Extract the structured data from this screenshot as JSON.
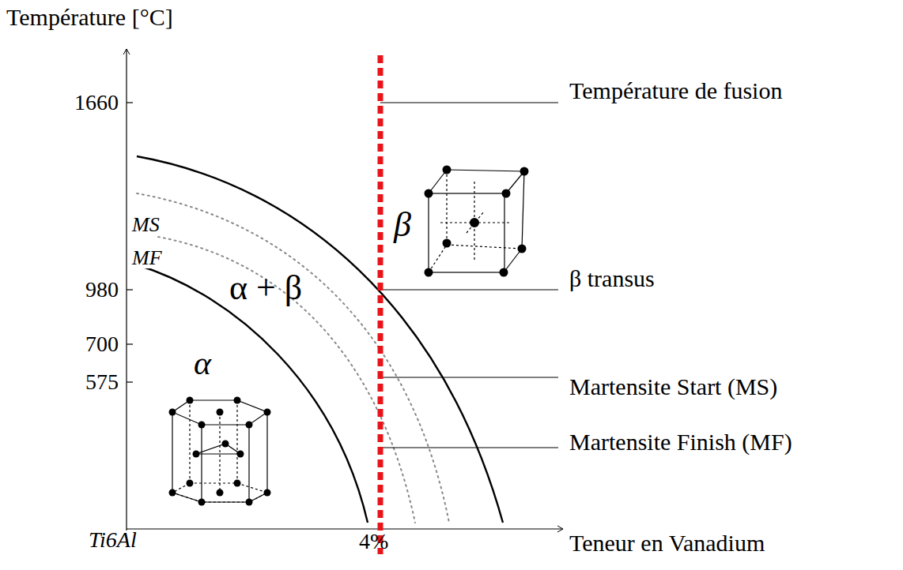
{
  "diagram": {
    "labels": [
      "Température [°C]",
      "1660",
      "980",
      "700",
      "575",
      "Ti6Al",
      "4%",
      "Teneur en Vanadium",
      "Température de fusion",
      "β transus",
      "Martensite Start (MS)",
      "Martensite Finish (MF)",
      "α + β",
      "α",
      "β",
      "MS",
      "MF"
    ]
  }
}
